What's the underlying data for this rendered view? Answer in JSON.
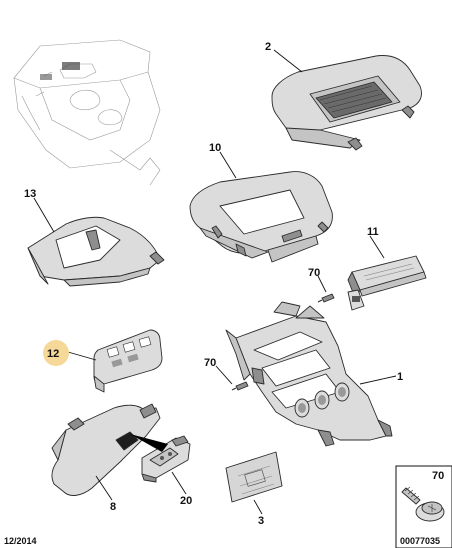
{
  "callouts": {
    "c2": "2",
    "c10": "10",
    "c13": "13",
    "c11": "11",
    "c70a": "70",
    "c12": "12",
    "c70b": "70",
    "c1": "1",
    "c8": "8",
    "c20": "20",
    "c3": "3",
    "c70inset": "70"
  },
  "footer": {
    "date": "12/2014",
    "reference": "00077035"
  },
  "highlight_color": "#f6d898",
  "icons": {
    "inset_part": "screw-icon",
    "overview": "dashboard-overview-icon"
  }
}
